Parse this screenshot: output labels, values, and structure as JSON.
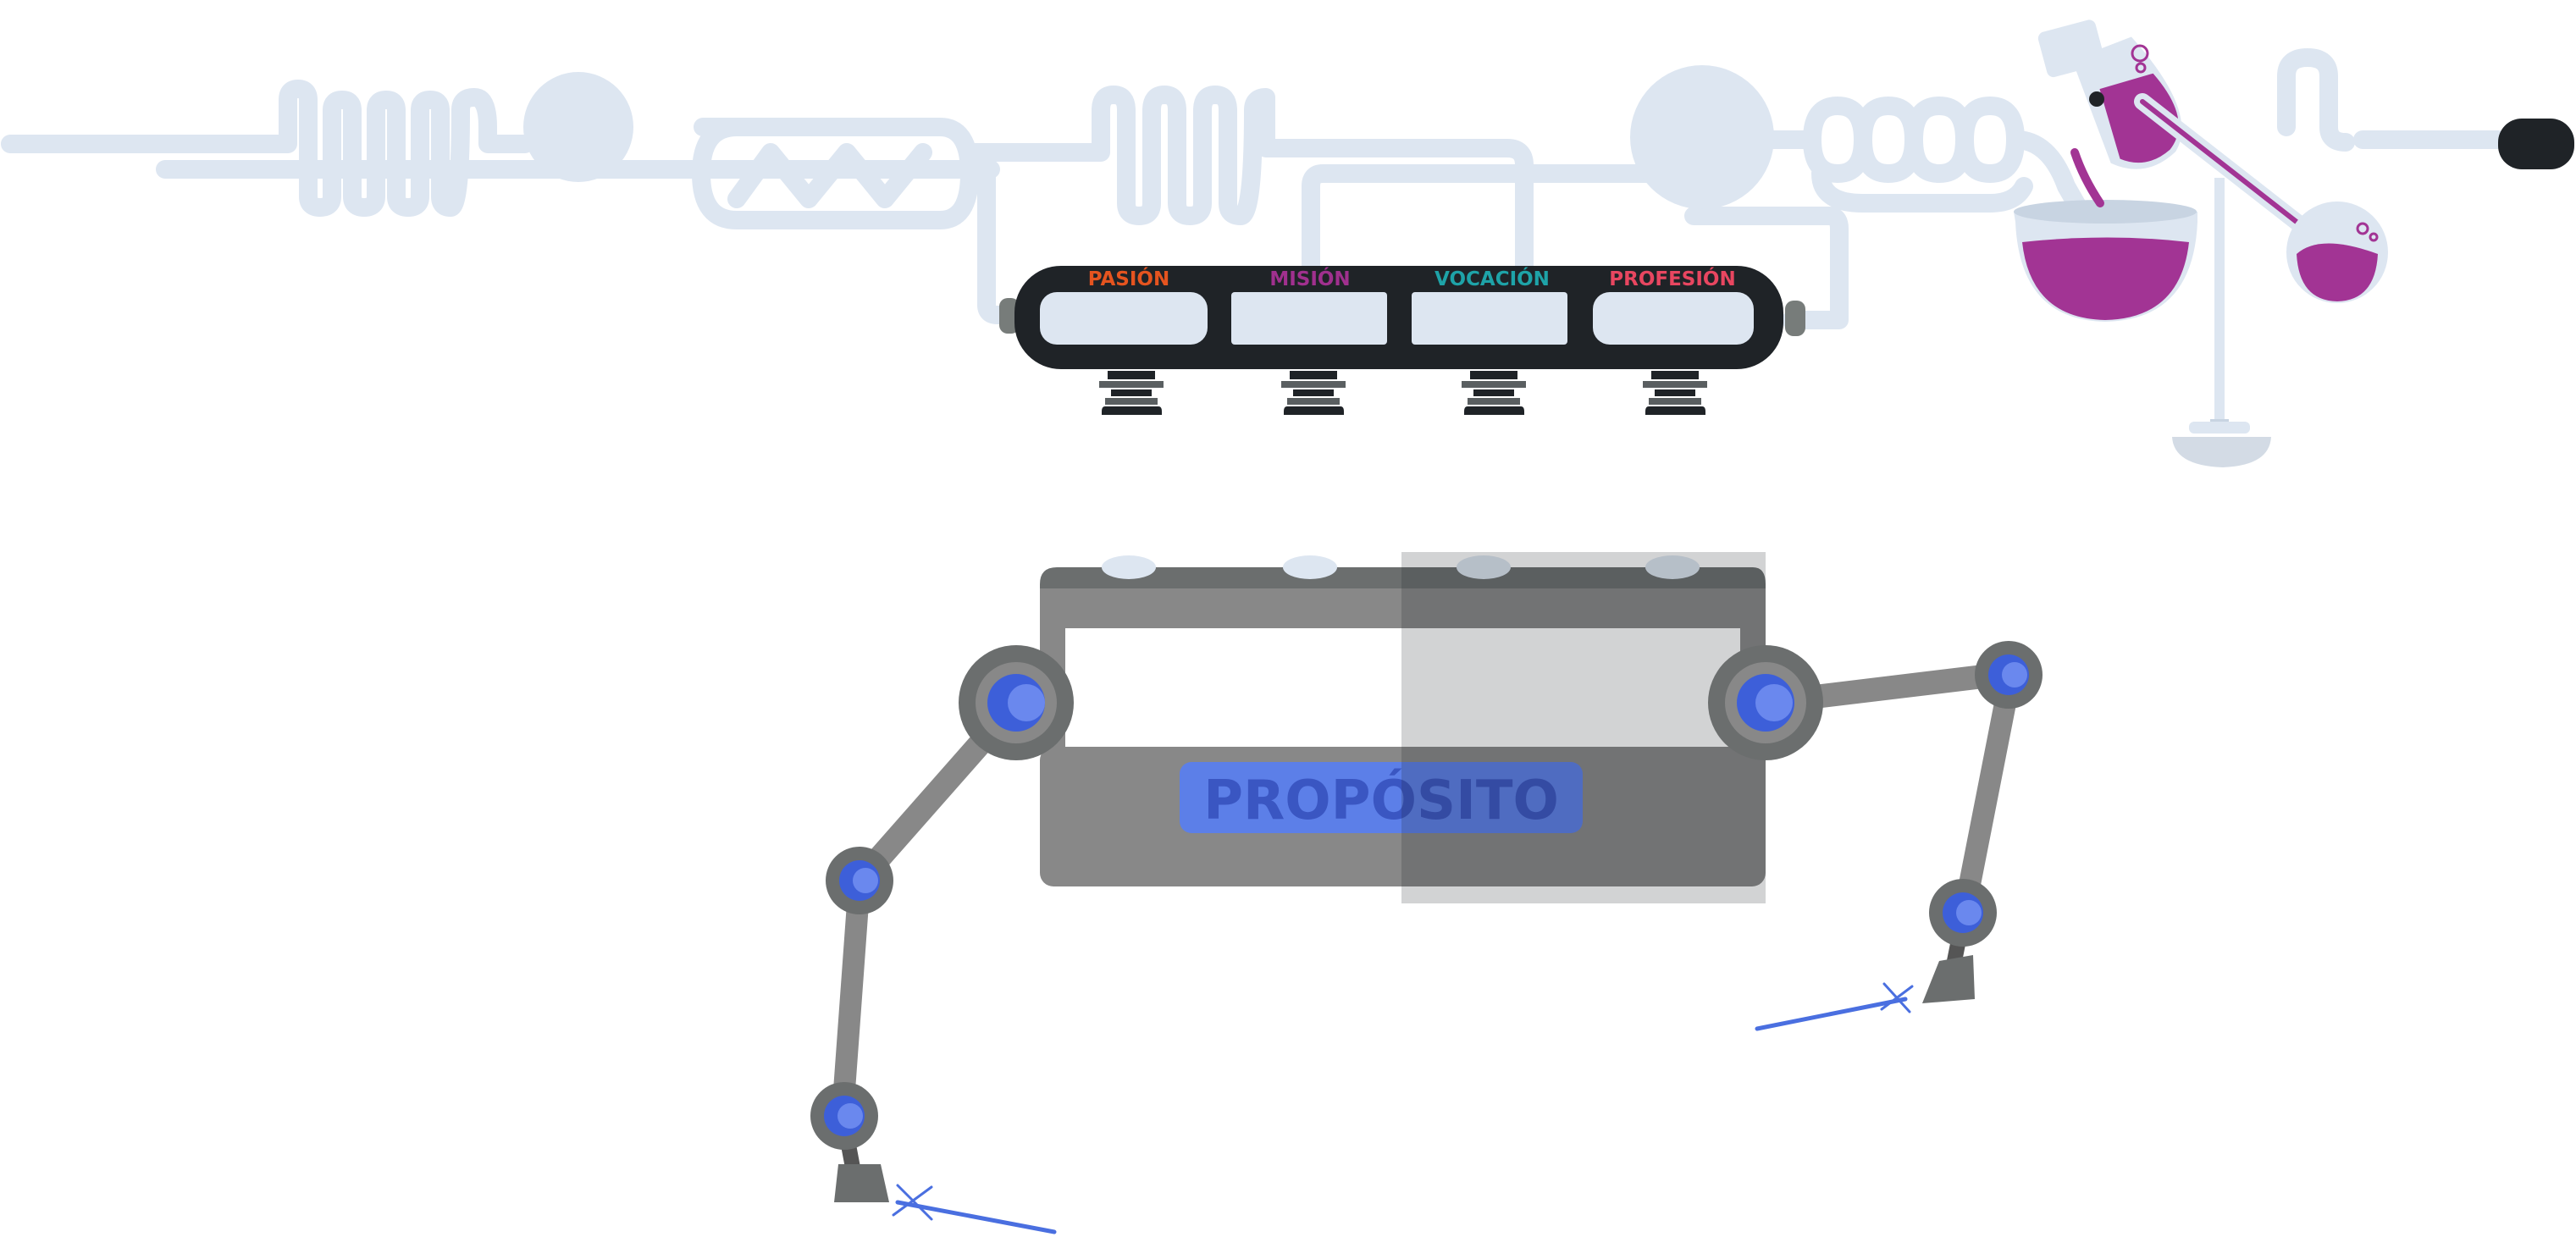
{
  "labels": {
    "pasion": "PASIÓN",
    "mision": "MISIÓN",
    "vocacion": "VOCACIÓN",
    "profesion": "PROFESIÓN",
    "proposito": "PROPÓSITO"
  },
  "colors": {
    "pasion": "#e5541f",
    "mision": "#a0308e",
    "vocacion": "#1ea3a8",
    "profesion": "#e84660",
    "tube": "#dde6f1",
    "rail": "#1f2327",
    "machine": "#888888",
    "joint": "#3d5fd9",
    "liquid": "#a23494"
  },
  "icons": [
    "tube-network-icon",
    "flask-icon",
    "robot-arm-icon",
    "laser-icon"
  ]
}
